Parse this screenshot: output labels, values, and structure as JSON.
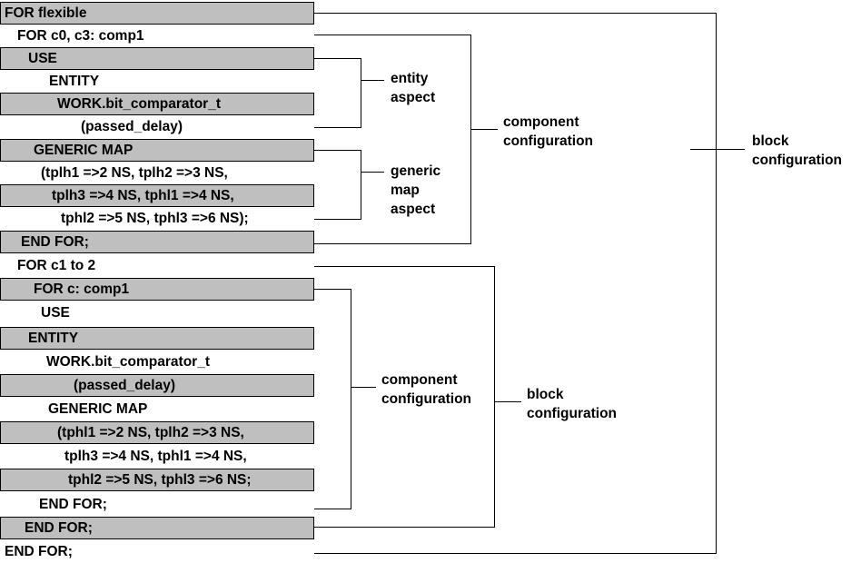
{
  "diagram": {
    "title": "VHDL configuration declaration structure",
    "colors": {
      "shaded_row": "#bfbfbf",
      "line": "#000000",
      "text": "#000000",
      "background": "#ffffff"
    },
    "code_rows": [
      {
        "text": "FOR flexible",
        "shaded": true,
        "indent": 4
      },
      {
        "text": "FOR c0, c3: comp1",
        "shaded": false,
        "indent": 18
      },
      {
        "text": "USE",
        "shaded": true,
        "indent": 30
      },
      {
        "text": "ENTITY",
        "shaded": false,
        "indent": 53
      },
      {
        "text": "WORK.bit_comparator_t",
        "shaded": true,
        "indent": 62
      },
      {
        "text": "(passed_delay)",
        "shaded": false,
        "indent": 88
      },
      {
        "text": "GENERIC MAP",
        "shaded": true,
        "indent": 36
      },
      {
        "text": "(tplh1 =>2 NS, tplh2 =>3 NS,",
        "shaded": false,
        "indent": 44
      },
      {
        "text": "tplh3 =>4 NS, tphl1 =>4 NS,",
        "shaded": true,
        "indent": 56
      },
      {
        "text": "tphl2 =>5 NS, tphl3 =>6 NS);",
        "shaded": false,
        "indent": 66
      },
      {
        "text": "END FOR;",
        "shaded": true,
        "indent": 22
      },
      {
        "text": "FOR  c1 to 2",
        "shaded": false,
        "indent": 18
      },
      {
        "text": "FOR c: comp1",
        "shaded": true,
        "indent": 36
      },
      {
        "text": "USE",
        "shaded": false,
        "indent": 44
      },
      {
        "text": "ENTITY",
        "shaded": true,
        "indent": 30
      },
      {
        "text": "WORK.bit_comparator_t",
        "shaded": false,
        "indent": 50
      },
      {
        "text": "(passed_delay)",
        "shaded": true,
        "indent": 80
      },
      {
        "text": "GENERIC MAP",
        "shaded": false,
        "indent": 52
      },
      {
        "text": "(tphl1 =>2 NS, tplh2 =>3 NS,",
        "shaded": true,
        "indent": 62
      },
      {
        "text": "tplh3 =>4 NS, tphl1 =>4 NS,",
        "shaded": false,
        "indent": 70
      },
      {
        "text": "tphl2 =>5 NS, tphl3 =>6 NS;",
        "shaded": true,
        "indent": 74
      },
      {
        "text": "END FOR;",
        "shaded": false,
        "indent": 42
      },
      {
        "text": "END FOR;",
        "shaded": true,
        "indent": 26
      },
      {
        "text": "END FOR;",
        "shaded": false,
        "indent": 4
      }
    ],
    "annotations": {
      "entity_aspect": "entity\naspect",
      "generic_map_aspect": "generic\nmap\naspect",
      "component_configuration_top": "component\nconfiguration",
      "block_configuration_top": "block\nconfiguration",
      "component_configuration_bottom": "component\nconfiguration",
      "block_configuration_bottom": "block\nconfiguration"
    }
  }
}
